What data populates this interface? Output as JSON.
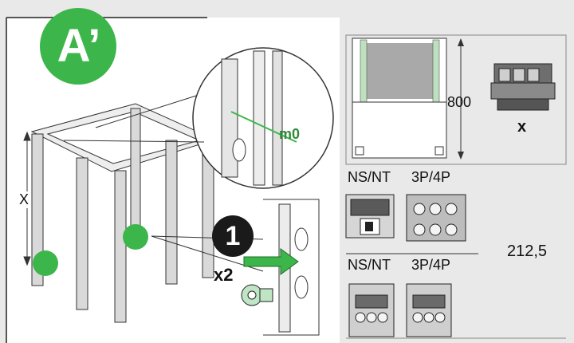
{
  "step_badge": {
    "text": "A’",
    "color": "#3cb64a"
  },
  "callout_step": {
    "number": "1",
    "count": "x2"
  },
  "frame_labels": {
    "height_dim": "X",
    "zoom_label": "m0"
  },
  "right_panel": {
    "top_dim": "800",
    "top_dim_var": "x",
    "section1_labels": [
      "NS/NT",
      "3P/4P"
    ],
    "section2_labels": [
      "NS/NT",
      "3P/4P"
    ],
    "value": "212,5"
  },
  "colors": {
    "accent_green": "#3cb64a",
    "panel_bg": "#e9e9e9",
    "line": "#222222"
  }
}
